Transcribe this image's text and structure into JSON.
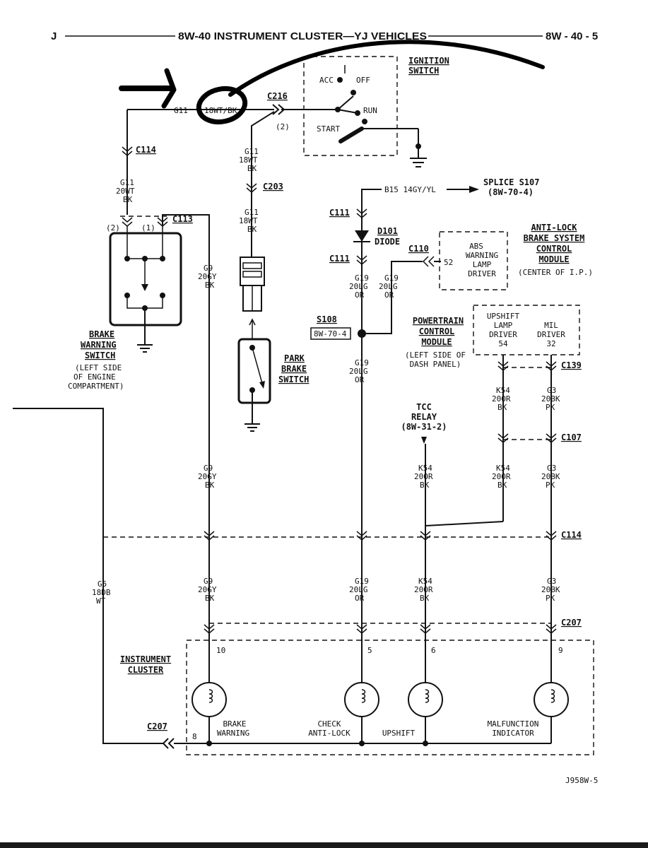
{
  "header": {
    "left": "J",
    "title": "8W-40 INSTRUMENT CLUSTER—YJ VEHICLES",
    "page": "8W - 40 - 5"
  },
  "ignition": {
    "title": [
      "IGNITION",
      "SWITCH"
    ],
    "acc": "ACC",
    "off": "OFF",
    "run": "RUN",
    "start": "START"
  },
  "wires": {
    "g11_top": "G11",
    "g11_top_spec": "18WT/BK",
    "c216": "C216",
    "pin2": "(2)",
    "g11_a": [
      "G11",
      "18WT",
      "BK"
    ],
    "c203": "C203",
    "g11_b": [
      "G11",
      "18WT",
      "BK"
    ],
    "c114_top": "C114",
    "g11_c": [
      "G11",
      "20WT",
      "BK"
    ],
    "c113": "C113",
    "pins_113": [
      "(2)",
      "(1)"
    ],
    "g9_a": [
      "G9",
      "20GY",
      "BK"
    ],
    "g9_b": [
      "G9",
      "20GY",
      "BK"
    ],
    "g9_c": [
      "G9",
      "20GY",
      "BK"
    ],
    "g5": [
      "G5",
      "18DB",
      "WT"
    ],
    "b15": "B15 14GY/YL",
    "c111_a": "C111",
    "c111_b": "C111",
    "g19_a": [
      "G19",
      "20LG",
      "OR"
    ],
    "g19_b": [
      "G19",
      "20LG",
      "OR"
    ],
    "g19_c": [
      "G19",
      "20LG",
      "OR"
    ],
    "g19_d": [
      "G19",
      "20LG",
      "OR"
    ],
    "c110": "C110",
    "pin52": "52",
    "c139": "C139",
    "k54_a": [
      "K54",
      "20OR",
      "BK"
    ],
    "k54_b": [
      "K54",
      "20OR",
      "BK"
    ],
    "k54_c": [
      "K54",
      "20OR",
      "BK"
    ],
    "k54_d": [
      "K54",
      "20OR",
      "BK"
    ],
    "g3_a": [
      "G3",
      "20BK",
      "PK"
    ],
    "g3_b": [
      "G3",
      "20BK",
      "PK"
    ],
    "g3_c": [
      "G3",
      "20BK",
      "PK"
    ],
    "c107": "C107",
    "c114_mid": "C114",
    "c207_right": "C207",
    "c207_left": "C207",
    "pins_cluster": [
      "10",
      "5",
      "6",
      "9",
      "8"
    ]
  },
  "components": {
    "splice": [
      "SPLICE S107",
      "(8W-70-4)"
    ],
    "diode": [
      "D101",
      "DIODE"
    ],
    "abs_driver": [
      "ABS",
      "WARNING",
      "LAMP",
      "DRIVER"
    ],
    "abs_module": [
      "ANTI-LOCK",
      "BRAKE SYSTEM",
      "CONTROL",
      "MODULE"
    ],
    "abs_location": "(CENTER OF I.P.)",
    "s108": "S108",
    "s108_ref": "8W-70-4",
    "pcm": [
      "POWERTRAIN",
      "CONTROL",
      "MODULE"
    ],
    "pcm_location": [
      "(LEFT SIDE OF",
      "DASH PANEL)"
    ],
    "upshift_driver": [
      "UPSHIFT",
      "LAMP",
      "DRIVER",
      "54"
    ],
    "mil_driver": [
      "MIL",
      "DRIVER",
      "32"
    ],
    "tcc": [
      "TCC",
      "RELAY",
      "(8W-31-2)"
    ],
    "brake_switch": [
      "BRAKE",
      "WARNING",
      "SWITCH"
    ],
    "brake_location": [
      "(LEFT SIDE",
      "OF ENGINE",
      "COMPARTMENT)"
    ],
    "park_brake": [
      "PARK",
      "BRAKE",
      "SWITCH"
    ],
    "cluster": [
      "INSTRUMENT",
      "CLUSTER"
    ],
    "lamps": {
      "brake": [
        "BRAKE",
        "WARNING"
      ],
      "antilock": [
        "CHECK",
        "ANTI-LOCK"
      ],
      "upshift": "UPSHIFT",
      "mil": [
        "MALFUNCTION",
        "INDICATOR"
      ]
    }
  },
  "figure_id": "J958W-5"
}
